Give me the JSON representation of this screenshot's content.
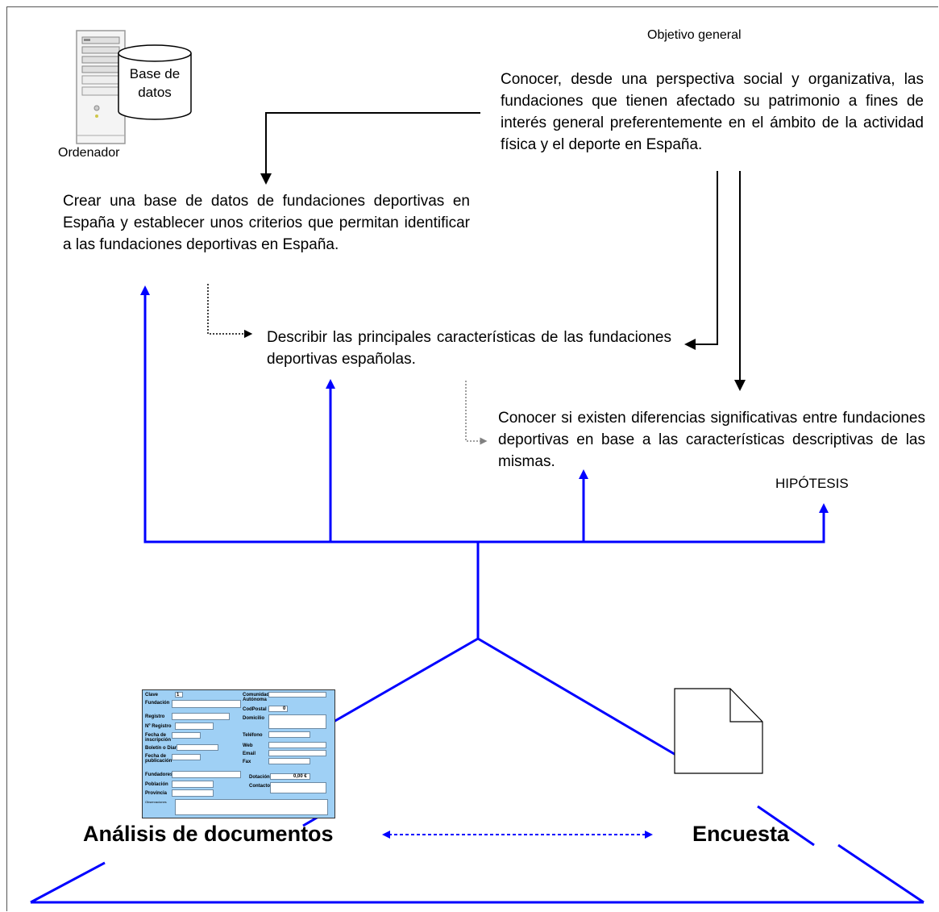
{
  "computer": {
    "label": "Ordenador",
    "database_label": "Base de\ndatos"
  },
  "objective": {
    "title": "Objetivo general",
    "text": "Conocer, desde una perspectiva social y organizativa, las fundaciones que tienen afectado su patrimonio a fines de interés general preferentemente en el ámbito de la actividad física y el deporte en España."
  },
  "goals": {
    "database": "Crear una base de datos de fundaciones deportivas en España y establecer unos criterios que permitan identificar a las fundaciones deportivas en España.",
    "describe": "Describir las principales características de las fundaciones deportivas españolas.",
    "differences": "Conocer si existen diferencias significativas entre fundaciones deportivas en base a las características descriptivas de las mismas.",
    "hypothesis": "HIPÓTESIS"
  },
  "methods": {
    "documents": "Análisis de documentos",
    "survey": "Encuesta"
  },
  "form": {
    "clave": "Clave",
    "clave_value": "1",
    "fundacion": "Fundación",
    "registro": "Registro",
    "n_registro": "Nº Registro",
    "fecha_inscripcion": "Fecha de inscripción",
    "boletin": "Boletín o Diario",
    "fecha_publicacion": "Fecha de publicación",
    "fundadores": "Fundadores",
    "poblacion": "Población",
    "provincia": "Provincia",
    "observaciones": "Observaciones",
    "comunidad": "Comunidad Autónoma",
    "codpostal": "CodPostal",
    "codpostal_value": "0",
    "domicilio": "Domicilio",
    "telefono": "Teléfono",
    "web": "Web",
    "email": "Email",
    "fax": "Fax",
    "dotacion": "Dotación",
    "dotacion_value": "0,00 €",
    "contacto": "Contacto"
  },
  "colors": {
    "blue": "#0000ff",
    "black": "#000000",
    "gray": "#808080",
    "form_bg": "#9fd0f5"
  }
}
